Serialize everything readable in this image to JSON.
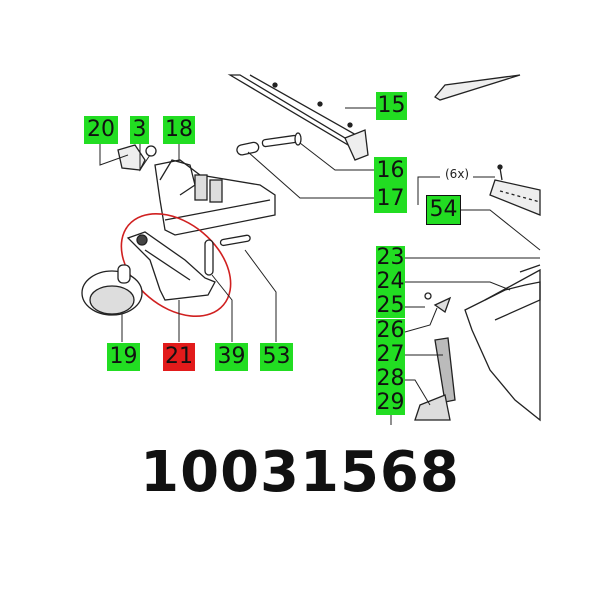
{
  "labels": {
    "p15": "15",
    "p20": "20",
    "p3": "3",
    "p18": "18",
    "p16": "16",
    "p17": "17",
    "p54": "54",
    "p23": "23",
    "p24": "24",
    "p25": "25",
    "p26": "26",
    "p27": "27",
    "p28": "28",
    "p29": "29",
    "p19": "19",
    "p21": "21",
    "p39": "39",
    "p53": "53"
  },
  "quantity_note": "(6x)",
  "part_number": "10031568",
  "colors": {
    "label": "#22dd22",
    "selected": "#e21b1b",
    "highlight_ring": "#d02020"
  }
}
